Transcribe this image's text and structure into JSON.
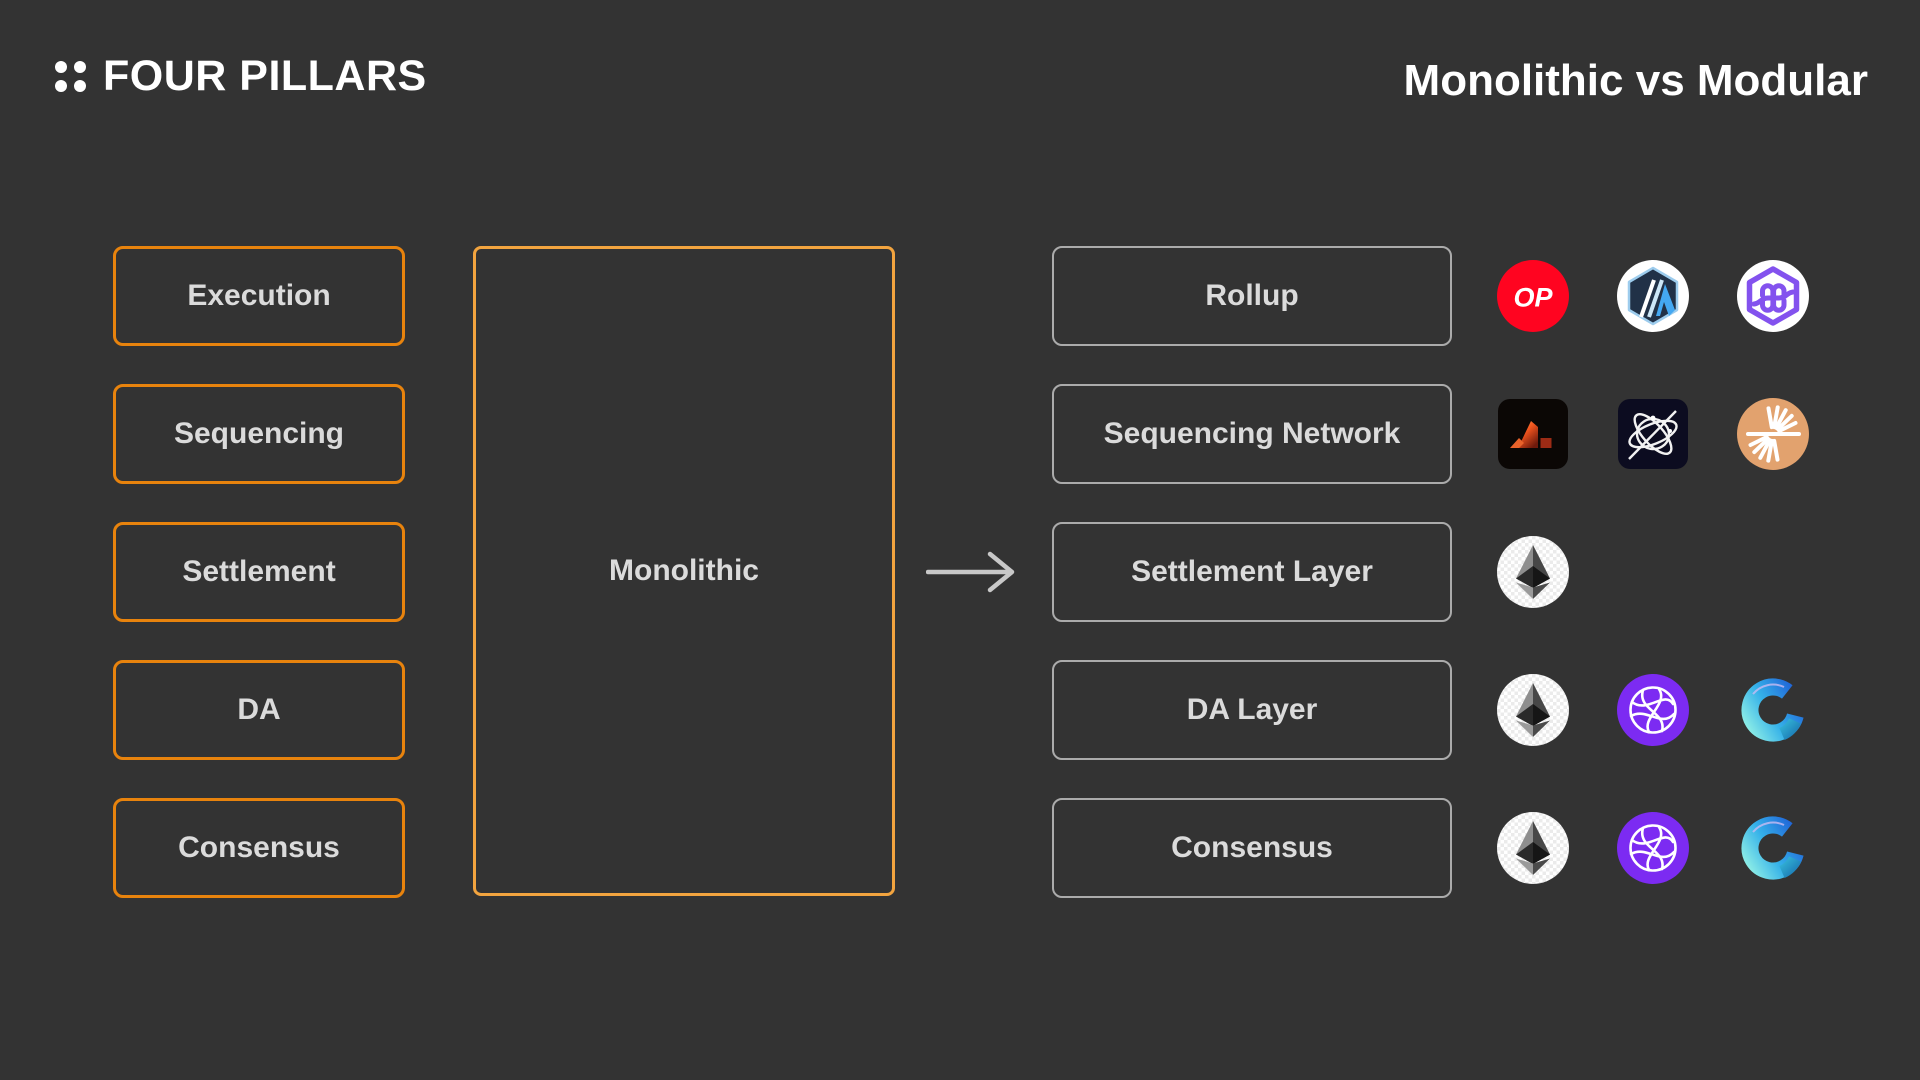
{
  "header": {
    "brand": {
      "name": "FOUR PILLARS",
      "logo": "four-dots-logo"
    },
    "title": "Monolithic vs Modular"
  },
  "monolithic": {
    "label": "Monolithic",
    "pillars": [
      "Execution",
      "Sequencing",
      "Settlement",
      "DA",
      "Consensus"
    ]
  },
  "modular": {
    "rows": [
      {
        "label": "Rollup",
        "icons": [
          "optimism",
          "arbitrum",
          "purple-hexagon-rollup"
        ]
      },
      {
        "label": "Sequencing Network",
        "icons": [
          "astria",
          "espresso",
          "radius"
        ]
      },
      {
        "label": "Settlement Layer",
        "icons": [
          "ethereum"
        ]
      },
      {
        "label": "DA Layer",
        "icons": [
          "ethereum",
          "celestia",
          "avail"
        ]
      },
      {
        "label": "Consensus",
        "icons": [
          "ethereum",
          "celestia",
          "avail"
        ]
      }
    ]
  },
  "arrow": "right-arrow",
  "colors": {
    "background": "#333333",
    "pillar_border_orange": "#E8830D",
    "monolithic_border_orange": "#F2A43F",
    "modular_border_gray": "#ABABAB",
    "label_text": "#DBDBDB",
    "heading_text": "#FFFFFF",
    "arrow_gray": "#C8C8C8",
    "optimism_red": "#FF0420",
    "arbitrum_navy": "#213147",
    "arbitrum_blue": "#44A8F2",
    "purple_hexagon": "#8352EE",
    "astria_orange": "#F1551E",
    "espresso_dark": "#0C0C20",
    "radius_sand": "#E2A26E",
    "celestia_purple": "#7C2BF2",
    "avail_blue": "#1E5ED6"
  }
}
